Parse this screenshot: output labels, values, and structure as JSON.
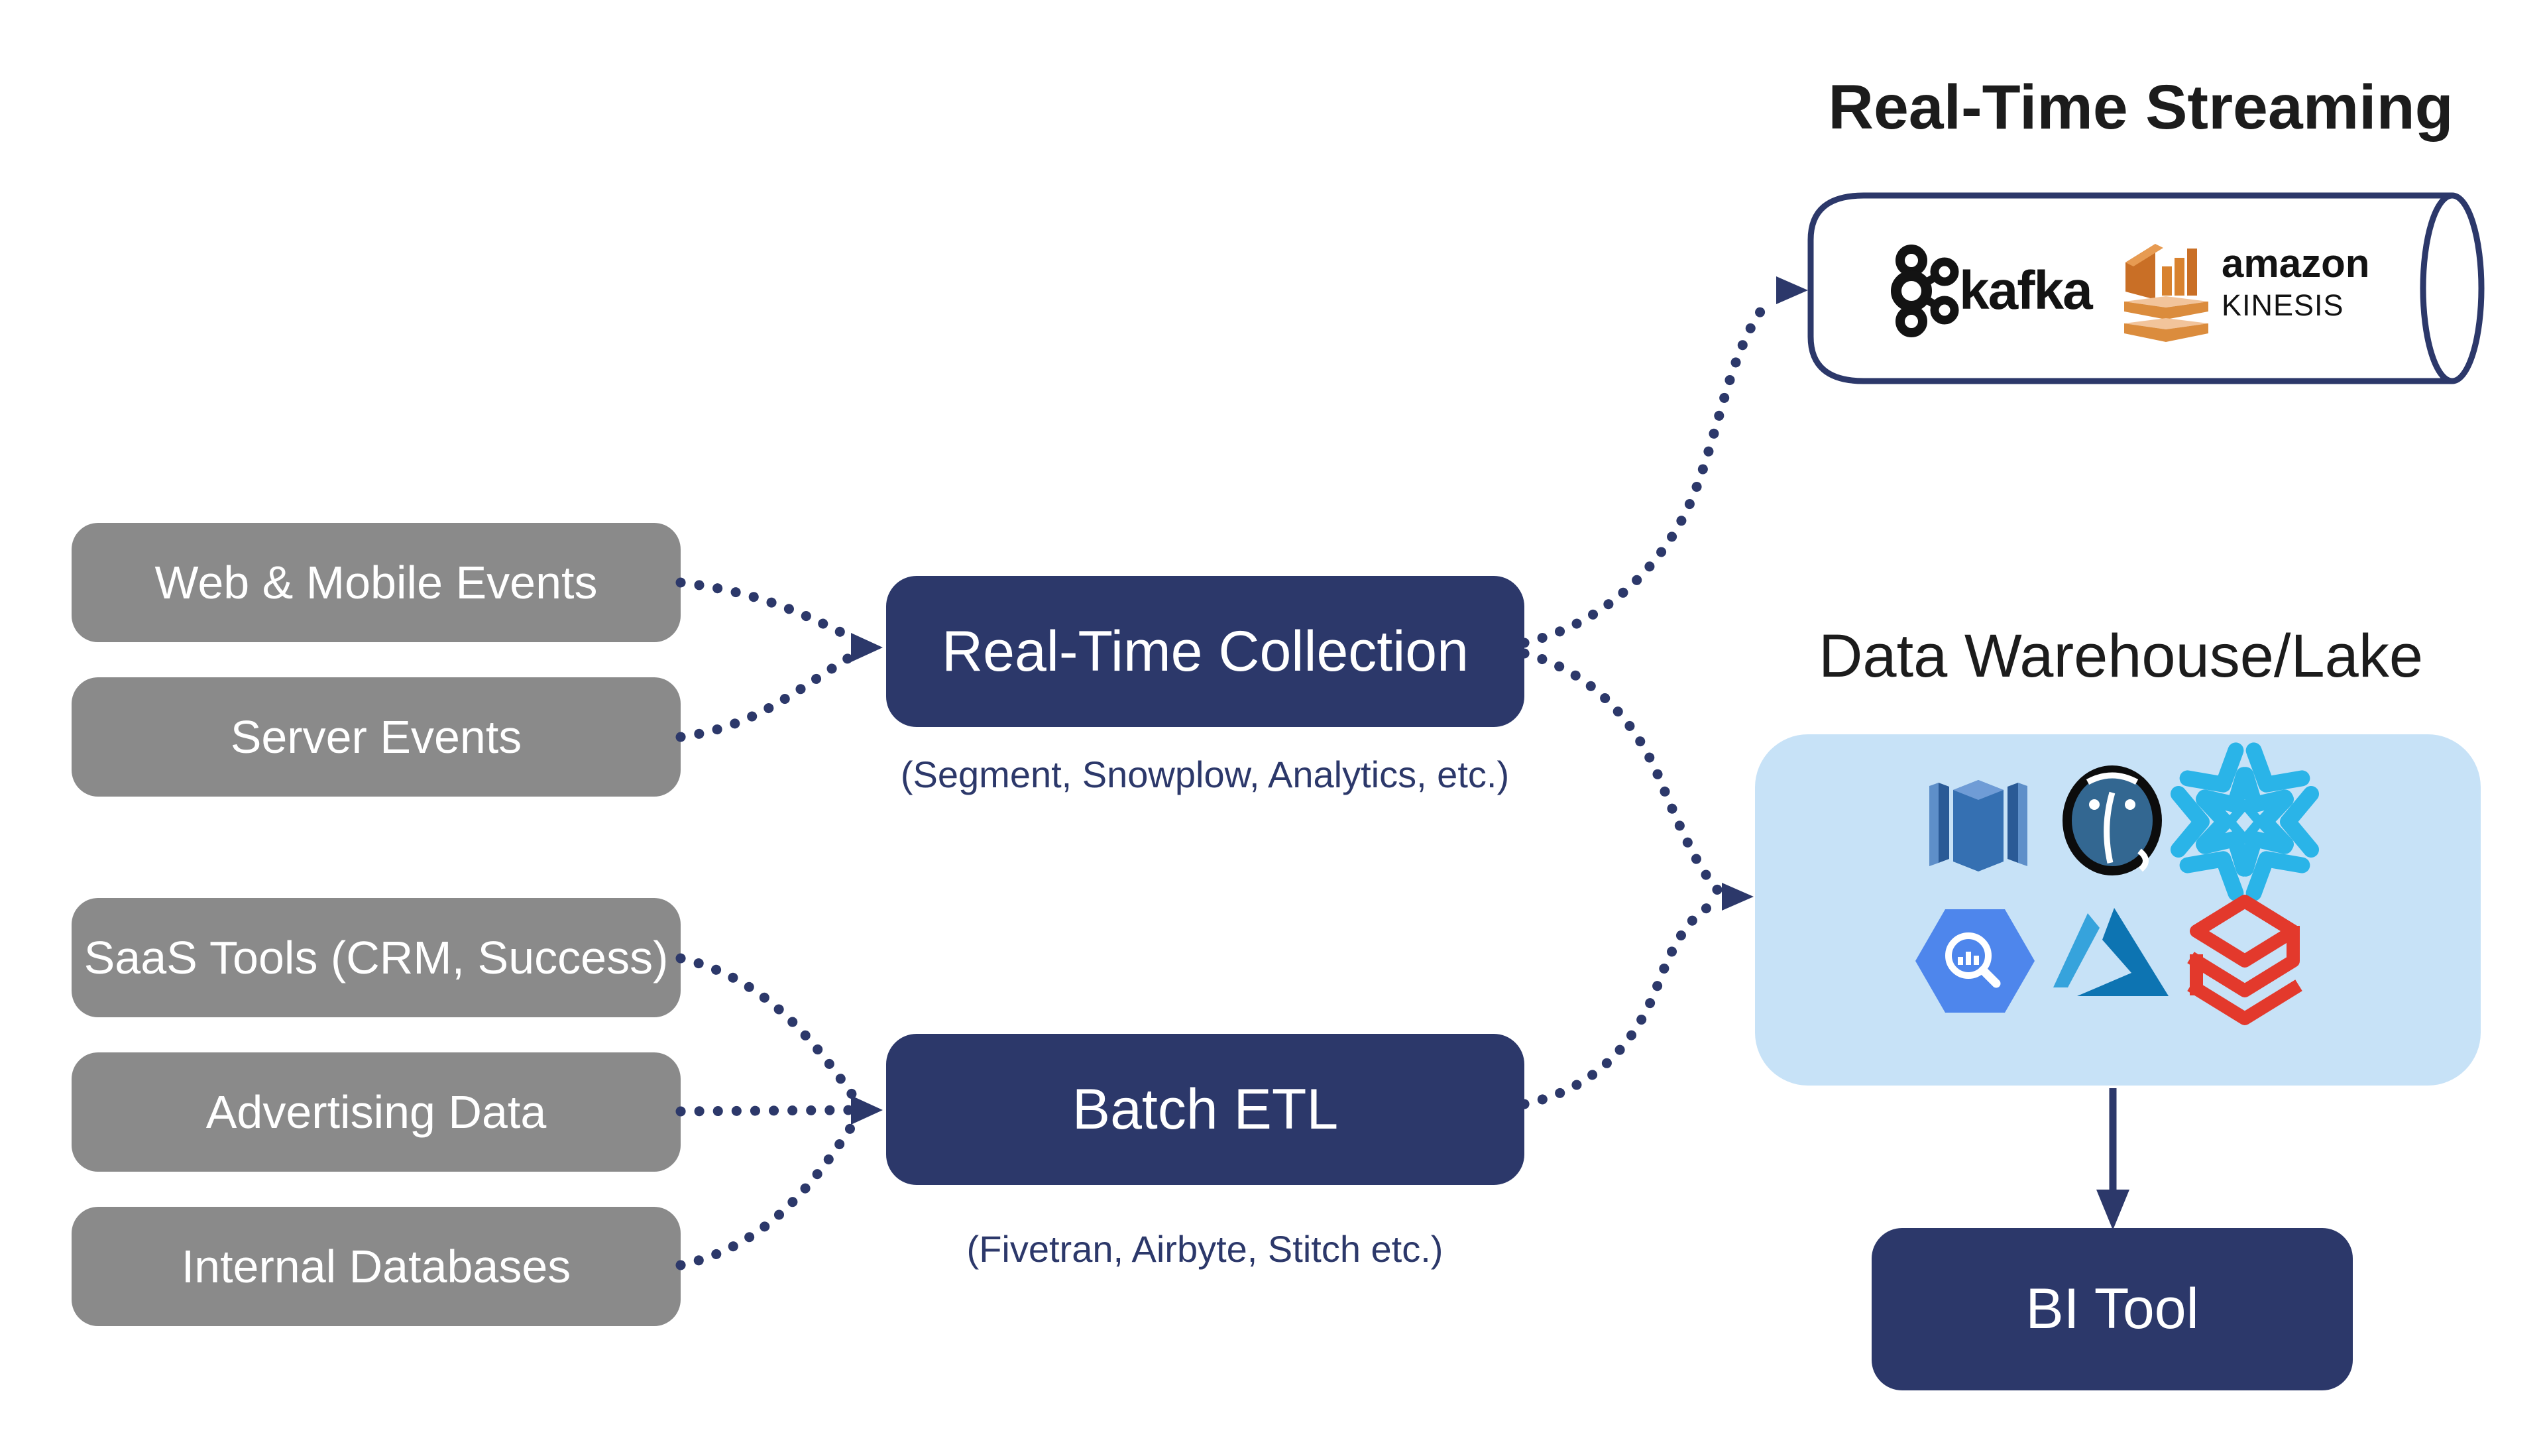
{
  "colors": {
    "navy": "#2c386a",
    "source_gray": "#8a8a8a",
    "warehouse_light_blue": "#c7e2f7",
    "title_black": "#1c1c1c",
    "kafka_black": "#131313",
    "kinesis_orange": "#d8822f",
    "redshift_blue": "#3570b2",
    "postgres_teal": "#336791",
    "snowflake_blue": "#2ab4e8",
    "bigquery_blue": "#4e86ec",
    "azure_blue": "#0d74b2",
    "databricks_red": "#e3392c"
  },
  "sources": [
    {
      "label": "Web & Mobile Events"
    },
    {
      "label": "Server Events"
    },
    {
      "label": "SaaS Tools (CRM, Success)"
    },
    {
      "label": "Advertising Data"
    },
    {
      "label": "Internal Databases"
    }
  ],
  "realtime_pipeline": {
    "label": "Real-Time Collection",
    "subtitle": "(Segment, Snowplow, Analytics, etc.)"
  },
  "batch_pipeline": {
    "label": "Batch ETL",
    "subtitle": "(Fivetran, Airbyte, Stitch etc.)"
  },
  "streaming": {
    "title": "Real-Time Streaming",
    "kafka_label": "kafka",
    "amazon_label": "amazon",
    "kinesis_label": "KINESIS"
  },
  "warehouse": {
    "title": "Data Warehouse/Lake",
    "logos": [
      "amazon-redshift",
      "postgresql",
      "snowflake",
      "google-bigquery",
      "microsoft-azure",
      "databricks"
    ]
  },
  "bi_tool": {
    "label": "BI Tool"
  }
}
